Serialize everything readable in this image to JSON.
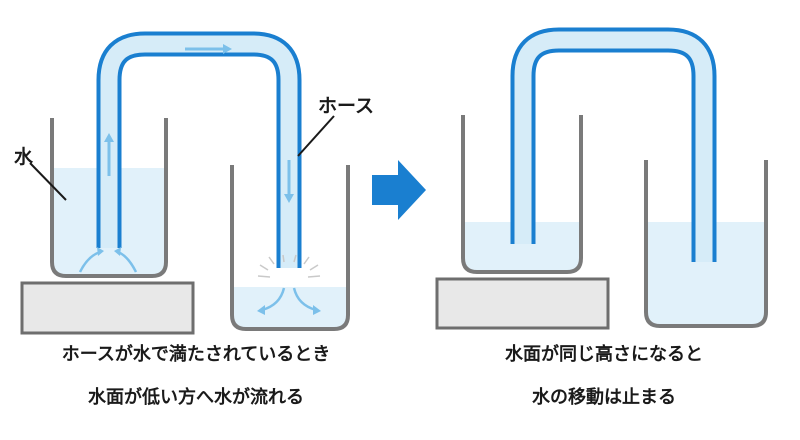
{
  "left_panel": {
    "water_label": "水",
    "hose_label": "ホース",
    "caption_line1": "ホースが水で満たされているとき",
    "caption_line2": "水面が低い方へ水が流れる"
  },
  "right_panel": {
    "caption_line1": "水面が同じ高さになると",
    "caption_line2": "水の移動は止まる"
  },
  "colors": {
    "hose": "#1a7fd0",
    "hose_inner": "#d6ecf8",
    "water": "#e1f1fa",
    "container": "#7a7a7a",
    "stand_fill": "#e8e8e8",
    "stand_stroke": "#6e6e6e",
    "arrow": "#1a7fd0",
    "flow_arrow": "#7cc0ea"
  }
}
